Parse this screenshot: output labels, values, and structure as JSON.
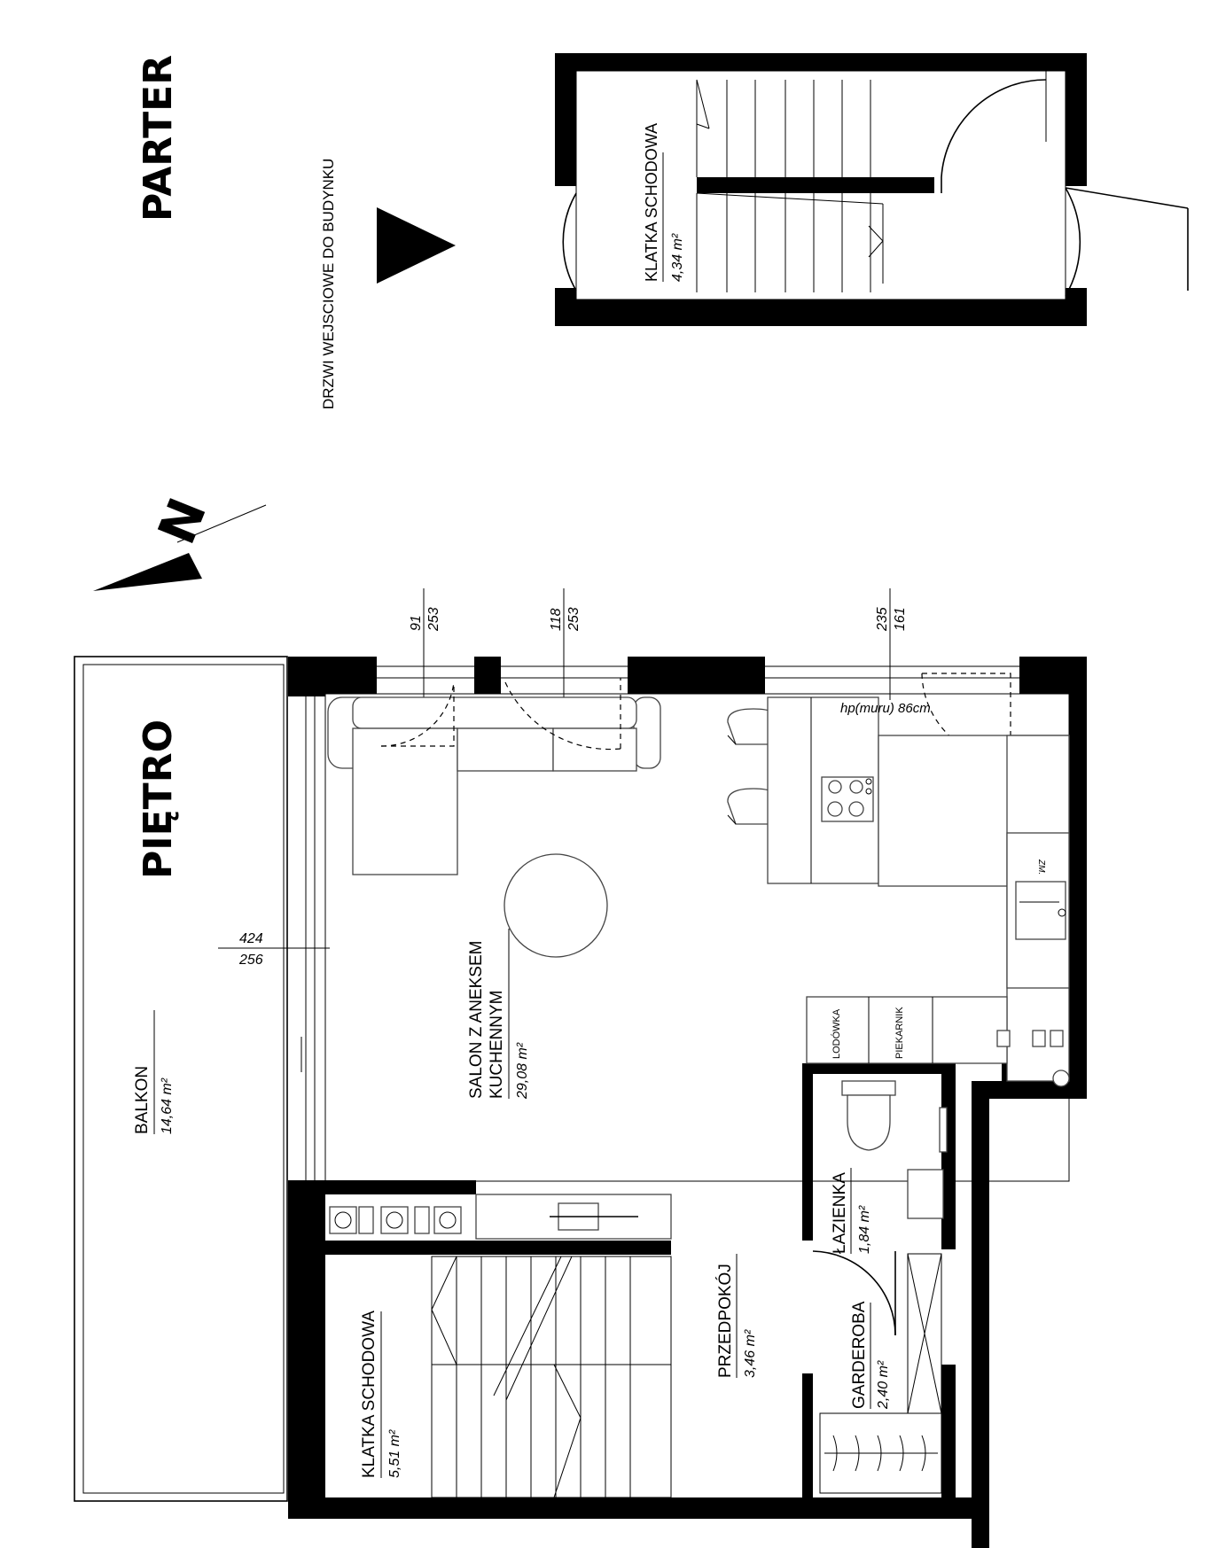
{
  "ground_floor": {
    "title": "PARTER",
    "entrance_label": "DRZWI WEJSCIOWE DO BUDYNKU",
    "room_name": "KLATKA SCHODOWA",
    "room_area": "4,34 m²"
  },
  "upper_floor": {
    "title": "PIĘTRO",
    "north_label": "N",
    "rooms": [
      {
        "name": "BALKON",
        "area": "14,64 m²"
      },
      {
        "name_line1": "SALON Z ANEKSEM",
        "name_line2": "KUCHENNYM",
        "area": "29,08 m²"
      },
      {
        "name": "PRZEDPOKÓJ",
        "area": "3,46 m²"
      },
      {
        "name": "KLATKA SCHODOWA",
        "area": "5,51 m²"
      },
      {
        "name": "ŁAZIENKA",
        "area": "1,84 m²"
      },
      {
        "name": "GARDEROBA",
        "area": "2,40 m²"
      }
    ],
    "window_dims": [
      {
        "top": "91",
        "bottom": "253"
      },
      {
        "top": "118",
        "bottom": "253"
      },
      {
        "top": "235",
        "bottom": "161"
      }
    ],
    "balcony_door_dim": {
      "top": "424",
      "bottom": "256"
    },
    "wall_height_note": "hp(muru) 86cm",
    "appliances": {
      "fridge": "LODÓWKA",
      "oven": "PIEKARNIK",
      "dishwasher": "ZM."
    }
  },
  "colors": {
    "walls": "#000000",
    "lines": "#000000",
    "furniture": "#444444",
    "background": "#ffffff"
  }
}
